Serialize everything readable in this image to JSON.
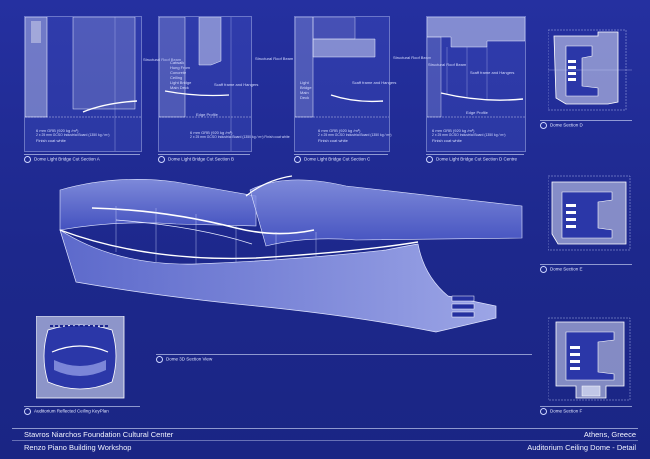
{
  "sections_top": [
    {
      "caption": "Dome Light Bridge Cut Section A",
      "labels": [
        "Structural Roof Beam",
        "6 mm GRB (920 kg /m³)",
        "2 x 25 mm GCSO Industrial Board (1350 kg / m³)",
        "Finish coat white"
      ]
    },
    {
      "caption": "Dome Light Bridge Cut Section B",
      "labels": [
        "Structural Roof Beam",
        "Catwalk Hung From Concrete Ceiling",
        "Light Bridge Main Deck",
        "Scaff frame and Hangers",
        "Edge Profile",
        "6 mm GRB (920 kg /m³)",
        "2 x 25 mm GCSO Industrial Board (1350 kg / m³) Finish coat white"
      ]
    },
    {
      "caption": "Dome Light Bridge Cut Section C",
      "labels": [
        "Structural Roof Beam",
        "Light Bridge Main Deck",
        "Scaff frame and Hangers",
        "6 mm GRB (920 kg /m³)",
        "2 x 25 mm GCSO Industrial Board (1350 kg / m³)",
        "Finish coat white"
      ]
    },
    {
      "caption": "Dome Light Bridge Cut Section D Centre",
      "labels": [
        "Structural Roof Beam",
        "Scaff frame and Hangers",
        "Edge Profile",
        "6 mm GRB (920 kg /m³)",
        "2 x 25 mm GCSO Industrial Board (1350 kg / m³)",
        "Finish coat white"
      ]
    }
  ],
  "sections_right": [
    {
      "caption": "Dome Section D"
    },
    {
      "caption": "Dome Section E"
    },
    {
      "caption": "Dome Section F"
    }
  ],
  "main_view": {
    "caption": "Dome 3D Section View"
  },
  "keyplan": {
    "caption": "Auditorium Reflected Ceiling KeyPlan"
  },
  "title_block": {
    "project": "Stavros Niarchos Foundation Cultural Center",
    "location": "Athens, Greece",
    "architect": "Renzo Piano Building Workshop",
    "drawing": "Auditorium Ceiling Dome - Detail"
  },
  "colors": {
    "background": "#1f2a8f",
    "line": "#e8ecff",
    "panel_fill": "#3c4bbe"
  }
}
